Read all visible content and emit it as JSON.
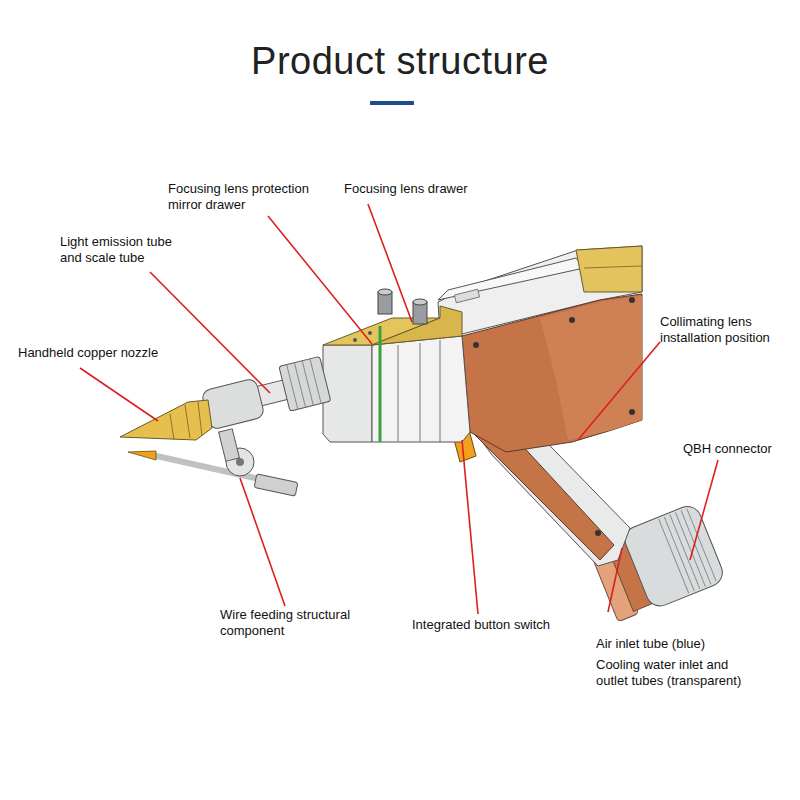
{
  "diagram": {
    "title": "Product structure",
    "labels": [
      "Focusing lens protection mirror drawer",
      "Focusing lens drawer",
      "Light emission tube and scale tube",
      "Handheld copper nozzle",
      "Collimating lens installation position",
      "QBH connector",
      "Wire feeding structural component",
      "Integrated button switch",
      "Air inlet tube (blue)",
      "Cooling water inlet and outlet tubes (transparent)"
    ]
  }
}
